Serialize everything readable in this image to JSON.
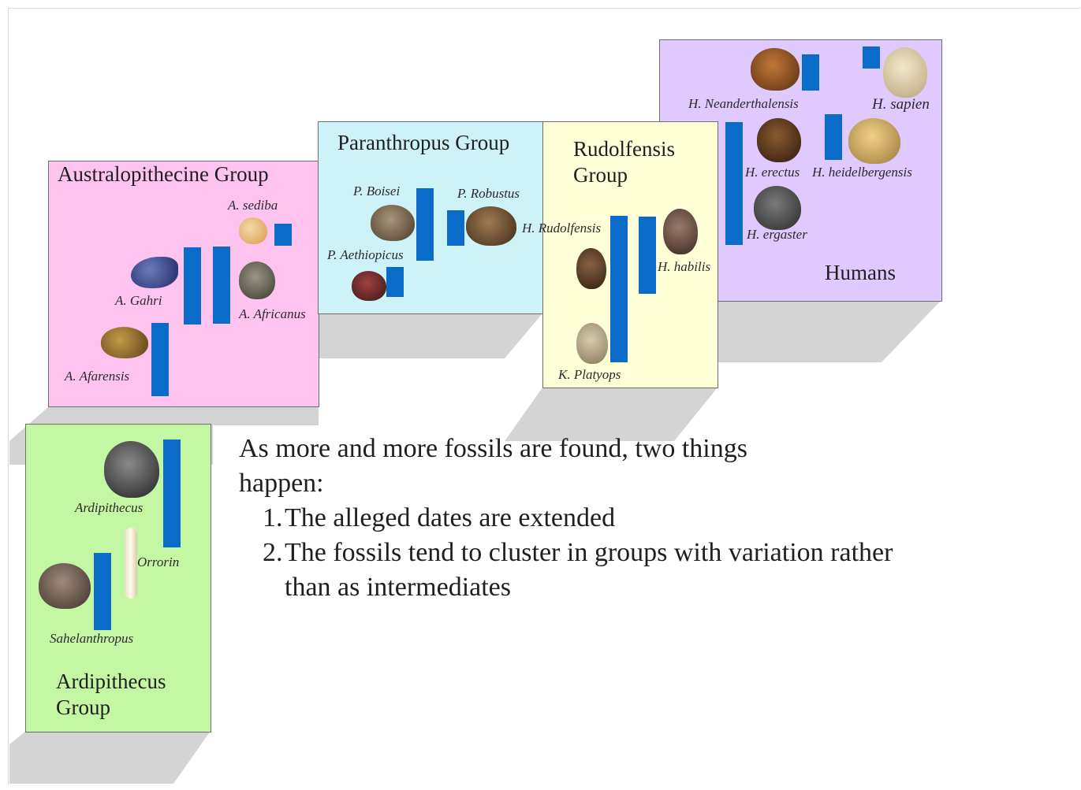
{
  "groups": {
    "australopithecine": {
      "title": "Australopithecine Group",
      "color": "#ffc3f0",
      "labels": {
        "sediba": "A. sediba",
        "gahri": "A. Gahri",
        "africanus": "A. Africanus",
        "afarensis": "A. Afarensis"
      }
    },
    "paranthropus": {
      "title": "Paranthropus Group",
      "color": "#cdf3f8",
      "labels": {
        "boisei": "P. Boisei",
        "robustus": "P. Robustus",
        "aethiopicus": "P. Aethiopicus"
      }
    },
    "rudolfensis": {
      "title_line1": "Rudolfensis",
      "title_line2": "Group",
      "color": "#ffffd7",
      "labels": {
        "rudolfensis": "H. Rudolfensis",
        "habilis": "H. habilis",
        "platyops": "K. Platyops"
      }
    },
    "humans": {
      "title": "Humans",
      "color": "#dfc9ff",
      "labels": {
        "neanderthalensis": "H. Neanderthalensis",
        "sapien": "H. sapien",
        "erectus": "H. erectus",
        "heidelbergensis": "H. heidelbergensis",
        "ergaster": "H. ergaster"
      }
    },
    "ardipithecus": {
      "title_line1": "Ardipithecus",
      "title_line2": "Group",
      "color": "#c4f7a4",
      "labels": {
        "ardipithecus": "Ardipithecus",
        "orrorin": "Orrorin",
        "sahelanthropus": "Sahelanthropus"
      }
    }
  },
  "body": {
    "intro": "As more and more fossils are found, two things happen:",
    "points": [
      {
        "num": "1.",
        "text": "The alleged dates are extended"
      },
      {
        "num": "2.",
        "text": "The fossils tend to cluster in groups with variation rather than as intermediates"
      }
    ]
  },
  "colors": {
    "bar": "#0a6cc8",
    "shadow": "#d4d4d4",
    "border": "#6e6e6e"
  }
}
